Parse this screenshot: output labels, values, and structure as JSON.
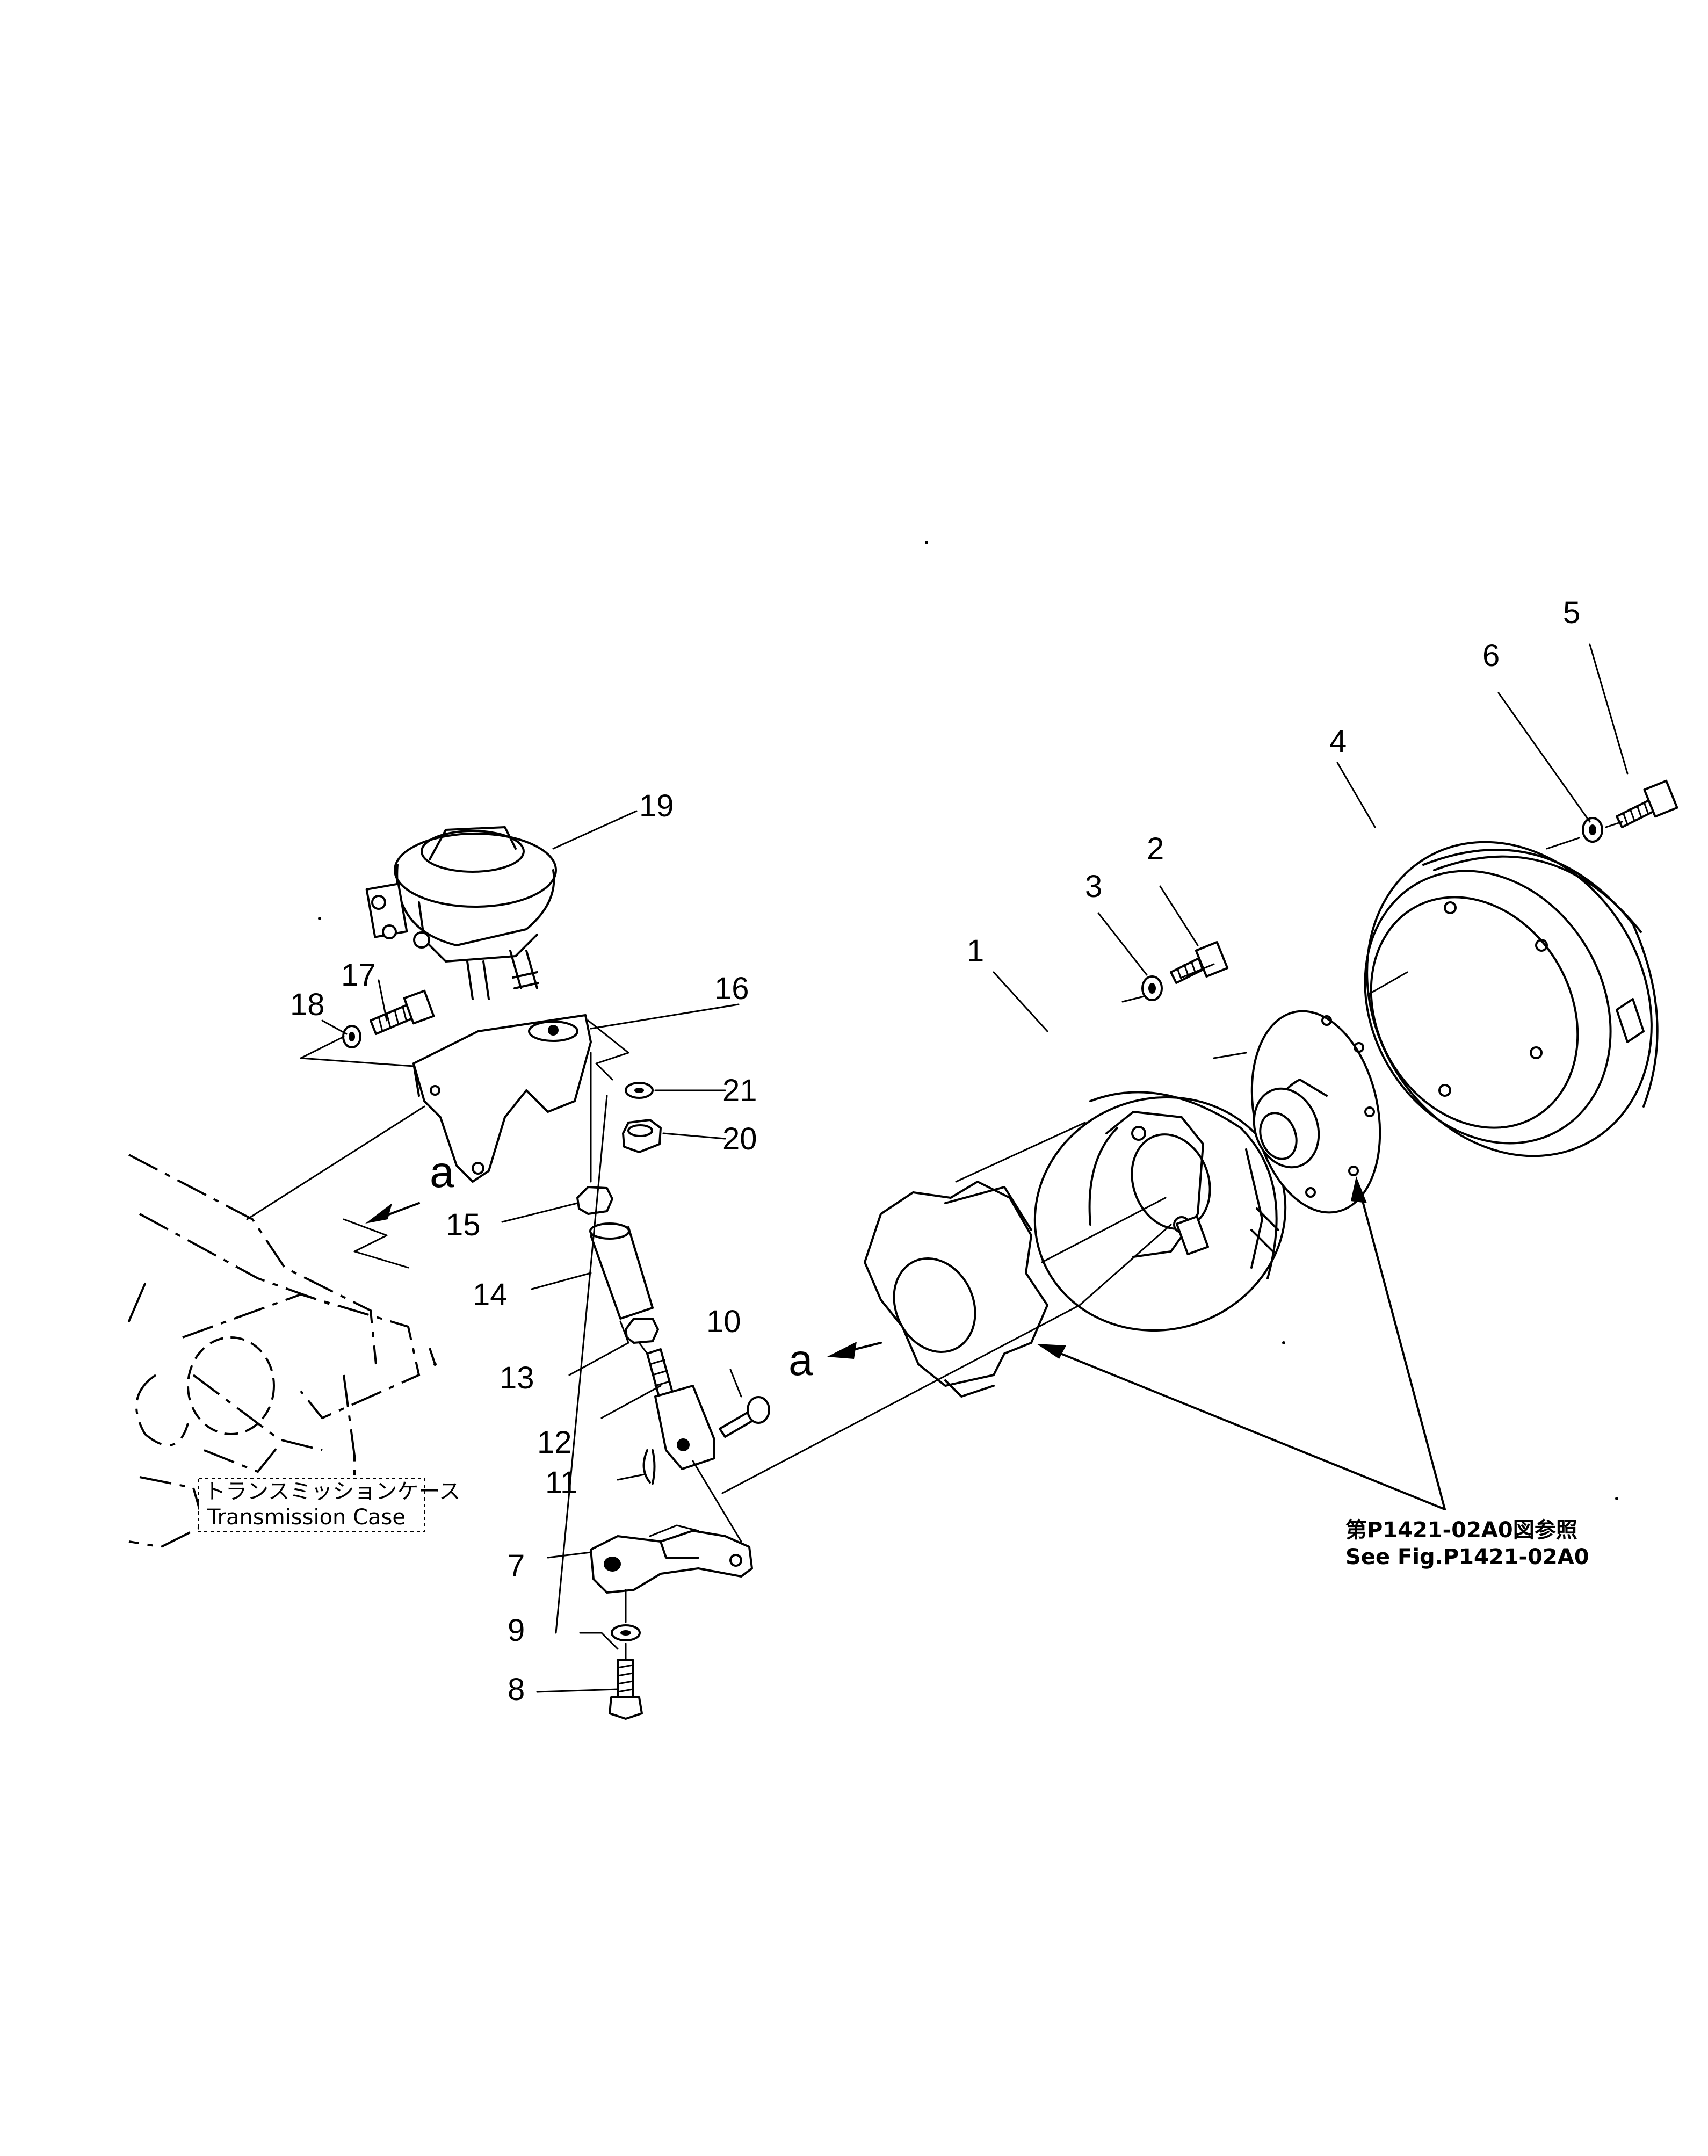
{
  "parts": [
    {
      "no": "1"
    },
    {
      "no": "2"
    },
    {
      "no": "3"
    },
    {
      "no": "4"
    },
    {
      "no": "5"
    },
    {
      "no": "6"
    },
    {
      "no": "7"
    },
    {
      "no": "8"
    },
    {
      "no": "9"
    },
    {
      "no": "10"
    },
    {
      "no": "11"
    },
    {
      "no": "12"
    },
    {
      "no": "13"
    },
    {
      "no": "14"
    },
    {
      "no": "15"
    },
    {
      "no": "16"
    },
    {
      "no": "17"
    },
    {
      "no": "18"
    },
    {
      "no": "19"
    },
    {
      "no": "20"
    },
    {
      "no": "21"
    }
  ],
  "view_markers": {
    "upper": "a",
    "lower": "a"
  },
  "case_label": {
    "jp": "トランスミッションケース",
    "en": "Transmission Case"
  },
  "reference_note": {
    "jp": "第P1421-02A0図参照",
    "en": "See Fig.P1421-02A0"
  }
}
